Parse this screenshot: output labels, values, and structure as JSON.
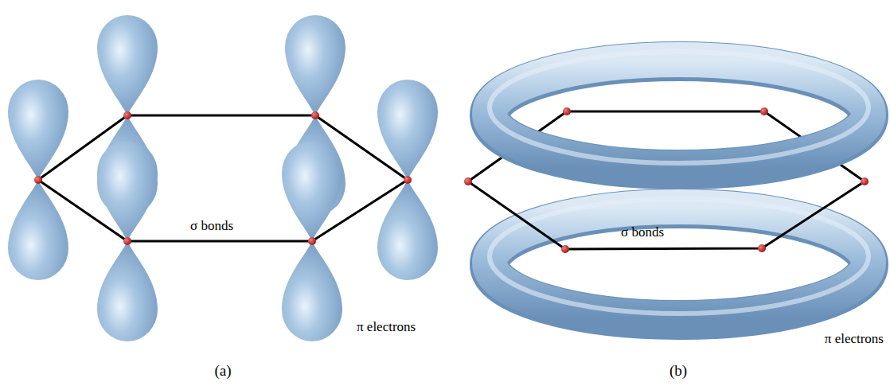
{
  "diagram": {
    "labels": [
      "σ bonds",
      "π electrons",
      "σ bonds",
      "π electrons",
      "(a)",
      "(b)"
    ]
  }
}
